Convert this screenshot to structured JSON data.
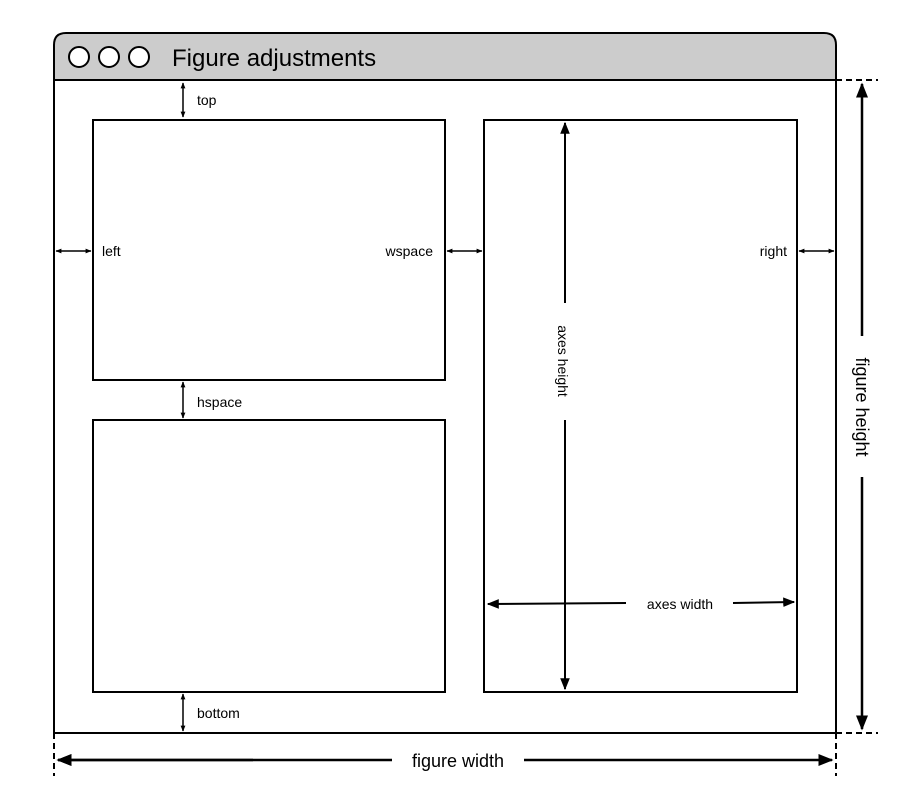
{
  "window": {
    "title": "Figure adjustments",
    "titlebar_color": "#cccccc"
  },
  "labels": {
    "top": "top",
    "left": "left",
    "wspace": "wspace",
    "right": "right",
    "hspace": "hspace",
    "bottom": "bottom",
    "axes_height": "axes height",
    "axes_width": "axes width",
    "figure_height": "figure height",
    "figure_width": "figure width"
  }
}
